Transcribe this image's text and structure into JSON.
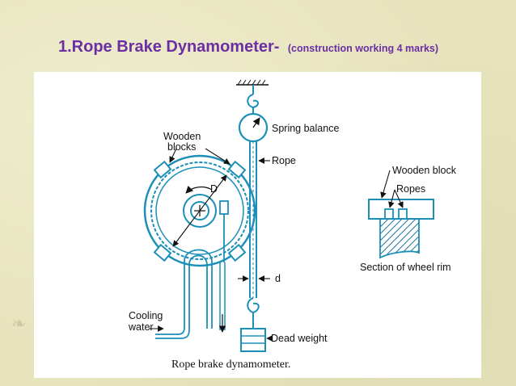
{
  "slide": {
    "title_main": "1.Rope Brake Dynamometer-",
    "title_sub": "(construction working 4 marks)"
  },
  "diagram": {
    "labels": {
      "wooden_blocks_line1": "Wooden",
      "wooden_blocks_line2": "blocks",
      "spring_balance": "Spring balance",
      "rope": "Rope",
      "diameter": "D",
      "rope_dia": "d",
      "cooling_line1": "Cooling",
      "cooling_line2": "water",
      "dead_weight": "Dead weight",
      "wooden_block": "Wooden block",
      "ropes": "Ropes",
      "section": "Section of wheel rim"
    },
    "caption": "Rope brake dynamometer."
  },
  "colors": {
    "title": "#6b2fa3",
    "diagram_line": "#1b8fb8",
    "background": "#e7e3bd"
  }
}
